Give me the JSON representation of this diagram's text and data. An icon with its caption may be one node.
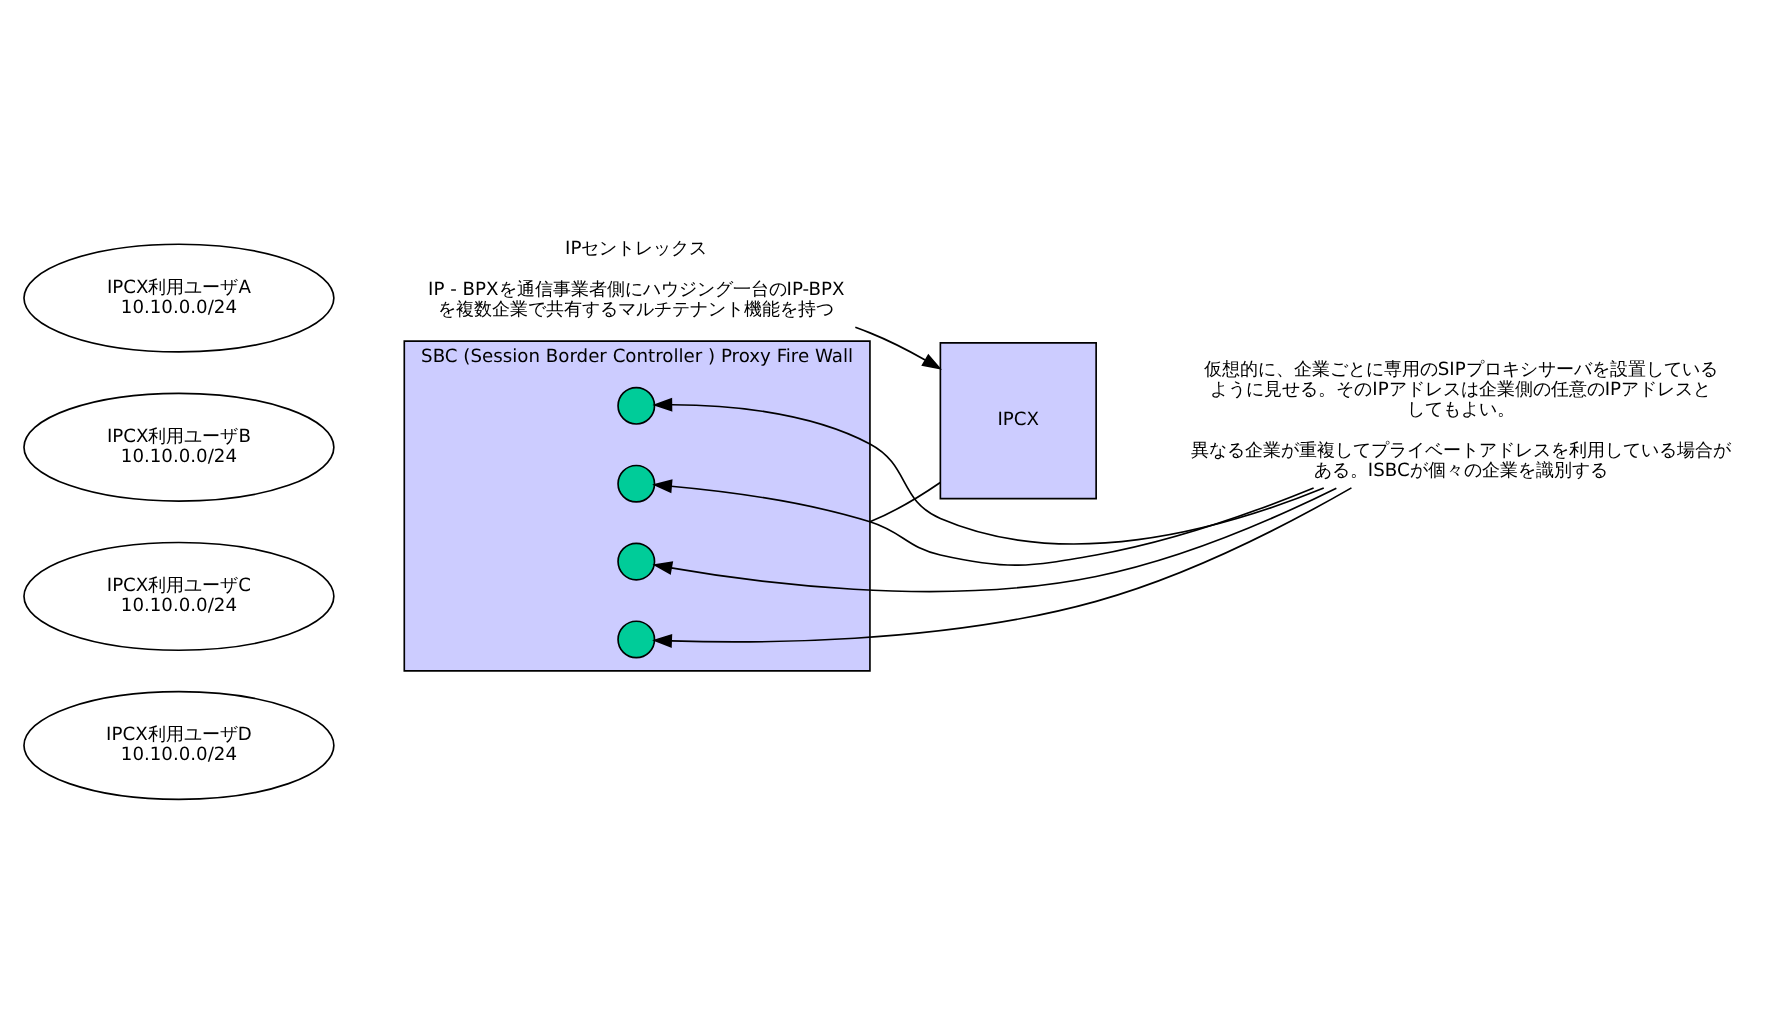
{
  "diagram": {
    "nodes": [
      {
        "text": [
          "SBC (Session Border Controller ) Proxy Fire Wall"
        ]
      },
      {
        "text": [
          "IPCX利用ユーザA",
          "10.10.0.0/24"
        ]
      },
      {
        "text": [
          "IPCX利用ユーザB",
          "10.10.0.0/24"
        ]
      },
      {
        "text": [
          "IPCX利用ユーザC",
          "10.10.0.0/24"
        ]
      },
      {
        "text": [
          "IPCX利用ユーザD",
          "10.10.0.0/24"
        ]
      },
      {
        "text": [],
        "shape": "circle",
        "in": 0
      },
      {
        "text": [],
        "shape": "circle",
        "in": 0
      },
      {
        "text": [],
        "shape": "circle",
        "in": 0
      },
      {
        "text": [],
        "shape": "circle",
        "in": 0
      },
      {
        "text": [
          "IPCX"
        ]
      },
      {
        "text": [
          "IPセントレックス",
          "IP - BPXを通信事業者側にハウジング一台のIP-BPXを複数企業で共有するマルチテナント機能を持つ"
        ]
      },
      {
        "text": [
          "仮想的に、企業ごとに専用のSIPプロキシサーバを設置しているように見せる。そのIPアドレスは企業側の任意のIPアドレスとしてもよい。",
          "異なる企業が重複してプライベートアドレスを利用している場合がある。ISBCが個々の企業を識別する"
        ]
      }
    ],
    "edges": [
      {
        "from": 0,
        "to": 9,
        "arrow": "none"
      },
      {
        "from": 10,
        "to": 9,
        "arrow": "to"
      },
      {
        "from": 11,
        "to": 5,
        "arrow": "to"
      },
      {
        "from": 11,
        "to": 6,
        "arrow": "to"
      },
      {
        "from": 11,
        "to": 7,
        "arrow": "to"
      },
      {
        "from": 11,
        "to": 8,
        "arrow": "to"
      }
    ]
  }
}
